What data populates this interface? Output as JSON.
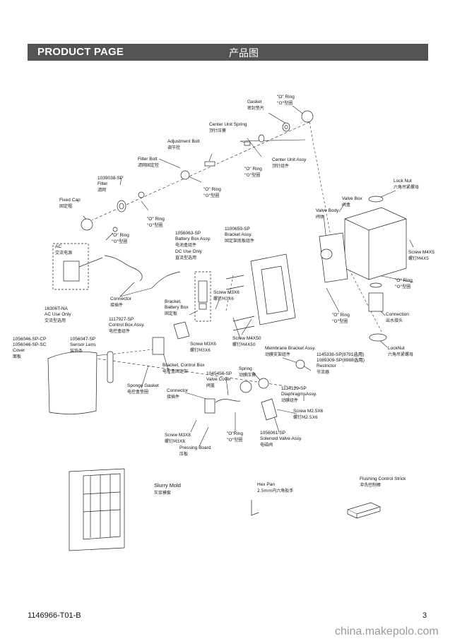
{
  "header": {
    "title": "PRODUCT PAGE",
    "title_cn": "产品图"
  },
  "labels": {
    "gasket": "Gasket",
    "gasket_cn": "密封垫片",
    "oring_top": "\"O\" Ring",
    "oring_top_cn": "\"O\"型圈",
    "center_unit_spring": "Center Unit Spring",
    "center_unit_spring_cn": "顶针压簧",
    "adjustment_bolt": "Adjustment Bolt",
    "adjustment_bolt_cn": "调节栓",
    "center_unit_assy": "Center Unit Assy",
    "center_unit_assy_cn": "顶针组件",
    "filter_bolt": "Filter Bolt",
    "filter_bolt_cn": "滤网固定栓",
    "oring_2": "\"O\" Ring",
    "oring_2_cn": "\"O\"型圈",
    "oring_3": "\"O\" Ring",
    "oring_3_cn": "\"O\"型圈",
    "filter_pn": "1039038-SP",
    "filter": "Filter",
    "filter_cn": "滤网",
    "fixed_cap": "Fixed Cap",
    "fixed_cap_cn": "固定帽",
    "oring_4": "\"O\" Ring",
    "oring_4_cn": "\"O\"型圈",
    "oring_5": "\"O\" Ring",
    "oring_5_cn": "\"O\"型圈",
    "ac": "AC",
    "ac_cn": "交流电源",
    "ac_pn": "16306T-NA",
    "ac_use_only": "AC Use Only",
    "ac_use_only_cn": "交流型选用",
    "battery_box_pn": "1056063-SP",
    "battery_box": "Battery Box Assy.",
    "battery_box_cn": "电池盒组件",
    "dc_use_only": "DC Use Only",
    "dc_use_only_cn": "直流型选用",
    "bracket_pn": "1100659-SP",
    "bracket_assy": "Bracket Assy.",
    "bracket_assy_cn": "固定架底板组件",
    "lock_nut": "Lock Nut",
    "lock_nut_cn": "六角吊紧螺母",
    "valve_box": "Valve Box",
    "valve_box_cn": "阀盒",
    "valve_body": "Valve Body",
    "valve_body_cn": "阀体",
    "screw_m4x5": "Screw M4X5",
    "screw_m4x5_cn": "螺钉M4X5",
    "connector": "Connector",
    "connector_cn": "接插件",
    "bracket_battery": "Bracket,",
    "bracket_battery_2": "Battery Box",
    "bracket_battery_cn": "固定板",
    "screw_m3x6": "Screw M3X6",
    "screw_m3x6_cn": "螺钉M3X6",
    "oring_6": "\"O\" Ring",
    "oring_6_cn": "\"O\"型圈",
    "connection": "Connection",
    "connection_cn": "出水接头",
    "oring_7": "\"O\" Ring",
    "oring_7_cn": "\"O\"型圈",
    "control_box_pn": "1117927-SP",
    "control_box": "Control Box Assy.",
    "control_box_cn": "电控盒组件",
    "screw_m3x6_2": "Screw M3X6",
    "screw_m3x6_2_cn": "螺钉M3X6",
    "screw_m4x50": "Screw M4X50",
    "screw_m4x50_cn": "螺钉M4X50",
    "cover_pn1": "1056046-SP-CP",
    "cover_pn2": "1056046-SP-SC",
    "cover": "Cover",
    "cover_cn": "面板",
    "sensor_pn": "1056047-SP",
    "sensor_lens": "Sensor Lens",
    "sensor_lens_cn": "装饰条",
    "membrane_bracket": "Membrane Bracket Assy.",
    "membrane_bracket_cn": "动膜支架组件",
    "restrictor_pn1": "1145338-SP(8791选用)",
    "restrictor_pn2": "1089309-SP(8988选用)",
    "restrictor": "Restrictor",
    "restrictor_cn": "节流器",
    "lock_nut_2": "LockNut",
    "lock_nut_2_cn": "六角吊紧螺母",
    "sponge_gasket": "Sponge Gasket",
    "sponge_gasket_cn": "电控盒垫圈",
    "bracket_control": "Bracket, Control Box",
    "bracket_control_cn": "电控盒固定架",
    "spring": "Spring",
    "spring_cn": "动膜压簧",
    "valve_cover_pn": "1045456-SP",
    "valve_cover": "Valve Cover",
    "valve_cover_cn": "阀盖",
    "diaphragm_pn": "1134129-SP",
    "diaphragm": "DiaphragmsAssy.",
    "diaphragm_cn": "动膜组件",
    "connector_2": "Connector",
    "connector_2_cn": "接插件",
    "screw_m25": "Screw M2.5X6",
    "screw_m25_cn": "螺钉M2.5X6",
    "screw_m3x8": "Screw M3X8",
    "screw_m3x8_cn": "螺钉M3X8",
    "pressing_board": "Pressing Board",
    "pressing_board_cn": "压板",
    "oring_8": "\"O\"Ring",
    "oring_8_cn": "\"O\"型圈",
    "solenoid_pn": "1056061-SP",
    "solenoid": "Solenoid Valve Assy.",
    "solenoid_cn": "电磁阀",
    "slurry_mold": "Slurry Mold",
    "slurry_mold_cn": "灰浆模套",
    "hex_pan": "Hex Pan",
    "hex_pan_desc": "2.5mm内六角扳手",
    "flushing": "Flushing Control Strick",
    "flushing_cn": "冲洗控制棒"
  },
  "footer": {
    "doc_number": "1146966-T01-B",
    "page_number": "3"
  },
  "watermark": "china.makepolo.com",
  "colors": {
    "header_bg": "#545454",
    "header_text": "#ffffff",
    "line": "#222222",
    "watermark": "#9a9a9a"
  }
}
